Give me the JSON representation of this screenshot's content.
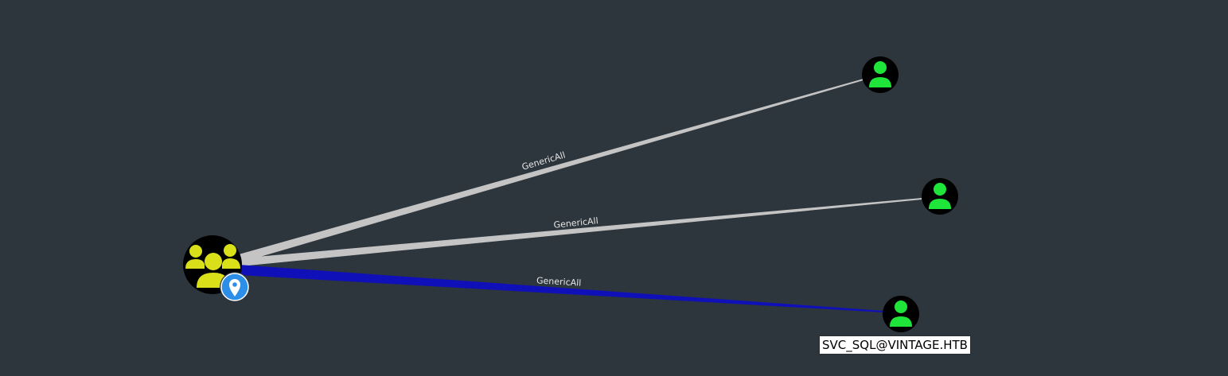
{
  "graph": {
    "colors": {
      "background": "#2d353d",
      "edge_default": "#c4c4c4",
      "edge_highlight": "#1010b8",
      "group_icon": "#d9e019",
      "user_icon": "#1fe53a",
      "node_fill": "#000000",
      "pin_badge": "#2d8ee8"
    },
    "nodes": [
      {
        "id": "group",
        "type": "group",
        "icon": "users-group-icon",
        "badge": "location-pin-icon"
      },
      {
        "id": "user1",
        "type": "user",
        "icon": "user-icon"
      },
      {
        "id": "user2",
        "type": "user",
        "icon": "user-icon"
      },
      {
        "id": "user3",
        "type": "user",
        "icon": "user-icon",
        "label": "SVC_SQL@VINTAGE.HTB"
      }
    ],
    "edges": [
      {
        "from": "group",
        "to": "user1",
        "label": "GenericAll",
        "highlighted": false
      },
      {
        "from": "group",
        "to": "user2",
        "label": "GenericAll",
        "highlighted": false
      },
      {
        "from": "group",
        "to": "user3",
        "label": "GenericAll",
        "highlighted": true
      }
    ]
  }
}
